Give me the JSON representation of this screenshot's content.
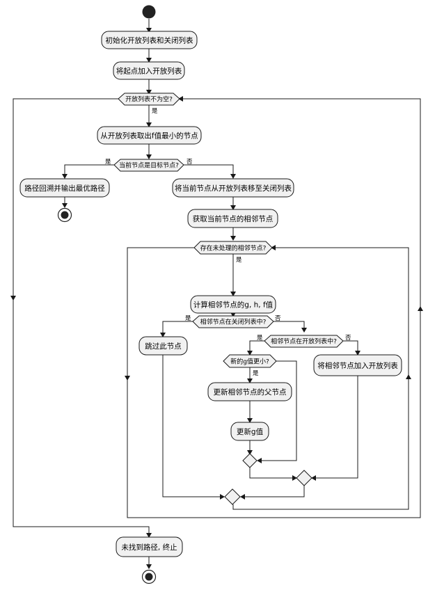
{
  "nodes": {
    "init": "初始化开放列表和关闭列表",
    "add_start": "将起点加入开放列表",
    "take_min": "从开放列表取出f值最小的节点",
    "backtrack": "路径回溯并输出最优路径",
    "move_to_closed": "将当前节点从开放列表移至关闭列表",
    "get_neighbors": "获取当前节点的相邻节点",
    "compute": "计算相邻节点的g, h, f值",
    "skip": "跳过此节点",
    "add_neighbor_open": "将相邻节点加入开放列表",
    "update_parent": "更新相邻节点的父节点",
    "update_g": "更新g值",
    "not_found": "未找到路径, 终止"
  },
  "decisions": {
    "open_not_empty": "开放列表不为空?",
    "is_target": "当前节点是目标节点?",
    "has_unprocessed": "存在未处理的相邻节点?",
    "in_closed": "相邻节点在关闭列表中?",
    "in_open": "相邻节点在开放列表中?",
    "g_smaller": "新的g值更小?"
  },
  "labels": {
    "yes": "是",
    "no": "否"
  }
}
